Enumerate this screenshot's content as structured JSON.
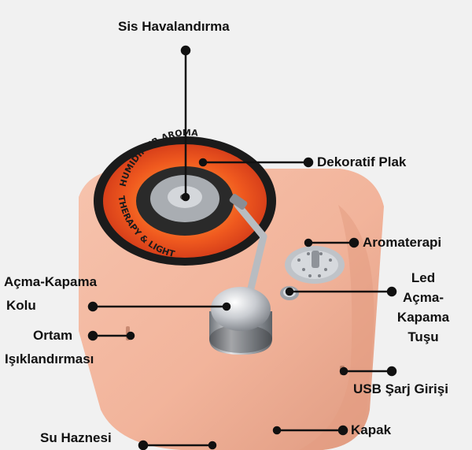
{
  "labels": {
    "sis_havalandirma": "Sis Havalandırma",
    "dekoratif_plak": "Dekoratif Plak",
    "aromaterapi": "Aromaterapi",
    "led_line1": "Led",
    "led_line2": "Açma-",
    "led_line3": "Kapama",
    "led_line4": "Tuşu",
    "acma_kapama_line1": "Açma-Kapama",
    "acma_kapama_line2": "Kolu",
    "ortam_line1": "Ortam",
    "ortam_line2": "Işıklandırması",
    "usb": "USB Şarj Girişi",
    "kapak": "Kapak",
    "su_haznesi": "Su Haznesi"
  },
  "record_text": {
    "top": "HUMIDIFIER AROMA",
    "bottom": "THERAPY & LIGHT"
  },
  "colors": {
    "background": "#f1f1f1",
    "body_peach": "#f2b49b",
    "body_shade": "#e39c82",
    "record_black": "#1b1b1b",
    "record_label": "#ee4a1d",
    "metal": "#bfc3c8",
    "leader": "#111111"
  }
}
